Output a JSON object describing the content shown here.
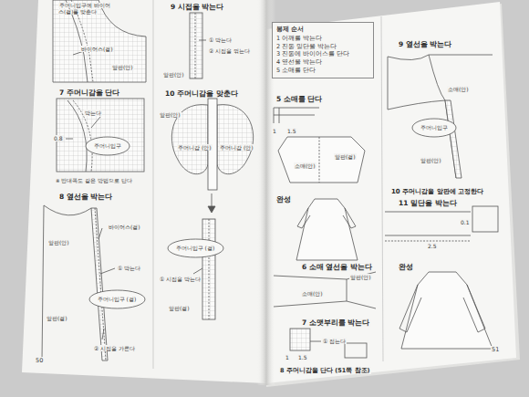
{
  "diagram": {
    "nodes": [
      {
        "text": [
          "봉제 순서",
          "1 어깨를 박는다",
          "2 진동 밑단을 박는다",
          "3 진동에 바이어스를 단다",
          "4 옆선을 박는다",
          "5 소매를 단다"
        ]
      },
      {
        "text": [
          "주머니입구"
        ]
      },
      {
        "text": [
          "주머니입구 (겉)"
        ]
      },
      {
        "text": [
          "주머니입구 (겉)"
        ]
      },
      {
        "text": [
          "주머니입구"
        ]
      }
    ],
    "labels": [
      "주머니입구에 바이어스(겉)를 맞춘다",
      "바이어스(겉)",
      "앞판(안)",
      "7 주머니감을 단다",
      "박는다",
      "0.8",
      "※ 반대쪽도 같은 방법으로 단다",
      "8 옆선을 박는다",
      "바이어스(겉)",
      "앞판(안)",
      "① 박는다",
      "앞판(겉)",
      "② 시접을 가른다",
      "50",
      "9 시접을 박는다",
      "① 박는다",
      "② 시접을 꺾는다",
      "앞판(안)",
      "10 주머니감을 맞춘다",
      "앞판(안)",
      "주머니감 (안)",
      "주머니감 (안)",
      "① 시접을 박는다",
      "앞판(겉)",
      "5 소매를 단다",
      "1",
      "1.5",
      "소매(안)",
      "앞판(겉)",
      "완성",
      "6 소매 옆선을 박는다",
      "소매(안)",
      "앞판(안)",
      "7 소맷부리를 박는다",
      "① 접는다",
      "1",
      "1.5",
      "8 주머니감을 단다 (51쪽 참조)",
      "9 옆선을 박는다",
      "소매(안)",
      "앞판(안)",
      "10 주머니감을 앞판에 고정한다",
      "11 밑단을 박는다",
      "0.1",
      "2.5",
      "완성",
      "51"
    ]
  }
}
